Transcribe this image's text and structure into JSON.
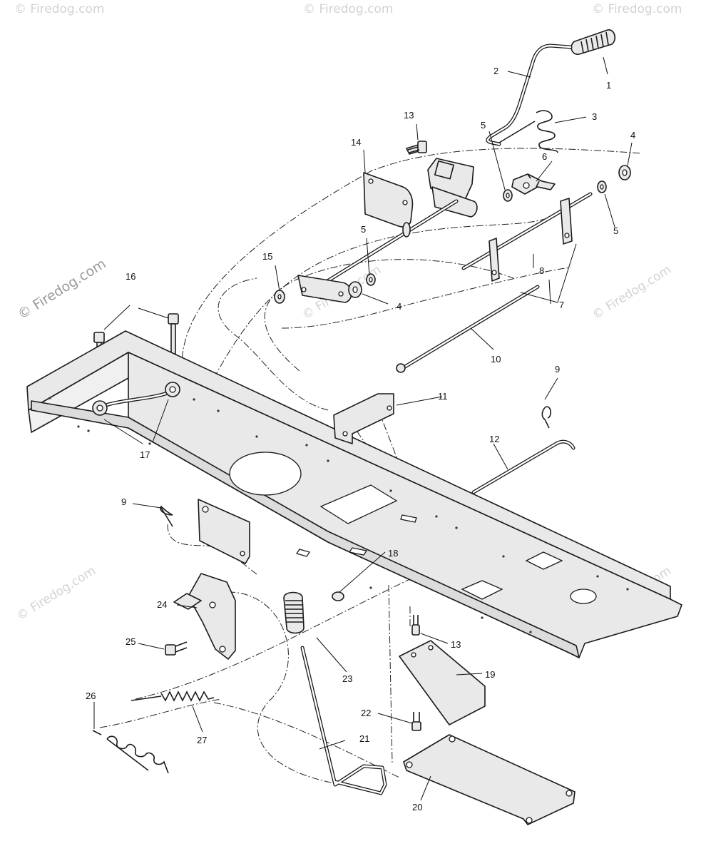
{
  "watermark": {
    "brand": "© Firedog.com"
  },
  "callouts": [
    {
      "id": "c1",
      "label": "1"
    },
    {
      "id": "c2",
      "label": "2"
    },
    {
      "id": "c3",
      "label": "3"
    },
    {
      "id": "c4a",
      "label": "4"
    },
    {
      "id": "c4b",
      "label": "4"
    },
    {
      "id": "c5a",
      "label": "5"
    },
    {
      "id": "c5b",
      "label": "5"
    },
    {
      "id": "c5c",
      "label": "5"
    },
    {
      "id": "c6",
      "label": "6"
    },
    {
      "id": "c7a",
      "label": "7"
    },
    {
      "id": "c7b",
      "label": "7"
    },
    {
      "id": "c8",
      "label": "8"
    },
    {
      "id": "c9a",
      "label": "9"
    },
    {
      "id": "c9b",
      "label": "9"
    },
    {
      "id": "c10",
      "label": "10"
    },
    {
      "id": "c11",
      "label": "11"
    },
    {
      "id": "c12",
      "label": "12"
    },
    {
      "id": "c13a",
      "label": "13"
    },
    {
      "id": "c13b",
      "label": "13"
    },
    {
      "id": "c14",
      "label": "14"
    },
    {
      "id": "c15",
      "label": "15"
    },
    {
      "id": "c16",
      "label": "16"
    },
    {
      "id": "c17",
      "label": "17"
    },
    {
      "id": "c18",
      "label": "18"
    },
    {
      "id": "c19",
      "label": "19"
    },
    {
      "id": "c20",
      "label": "20"
    },
    {
      "id": "c21",
      "label": "21"
    },
    {
      "id": "c22",
      "label": "22"
    },
    {
      "id": "c23",
      "label": "23"
    },
    {
      "id": "c24",
      "label": "24"
    },
    {
      "id": "c25",
      "label": "25"
    },
    {
      "id": "c26",
      "label": "26"
    },
    {
      "id": "c27",
      "label": "27"
    }
  ]
}
